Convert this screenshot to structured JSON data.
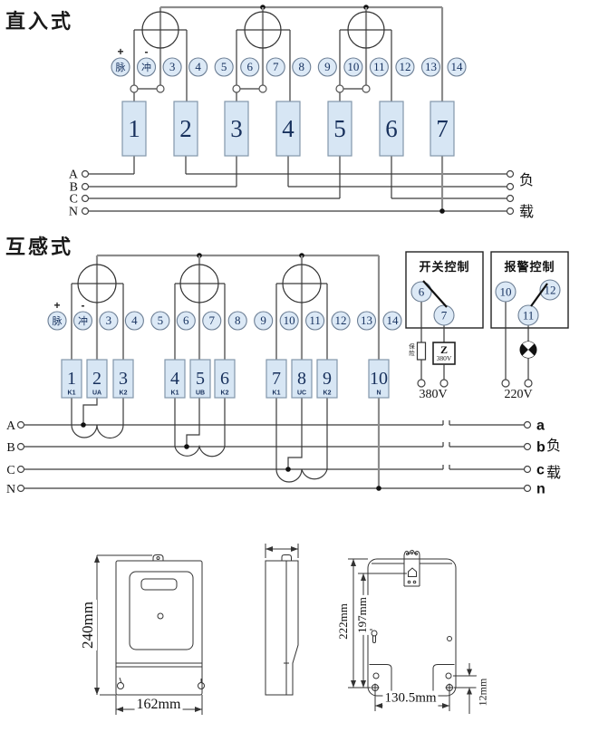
{
  "colors": {
    "terminal_fill": "#dce9f6",
    "box_fill": "#d7e6f4",
    "wire": "#3a3a3a",
    "wire_gray": "#8c8c8c",
    "label_navy": "#17305c"
  },
  "sections": {
    "direct": {
      "title": "直入式",
      "plus": "+",
      "minus": "-",
      "terminals": [
        "脉",
        "冲",
        "3",
        "4",
        "5",
        "6",
        "7",
        "8",
        "9",
        "10",
        "11",
        "12",
        "13",
        "14"
      ],
      "boxes": [
        "1",
        "2",
        "3",
        "4",
        "5",
        "6",
        "7"
      ],
      "bus_left": [
        "A",
        "B",
        "C",
        "N"
      ],
      "load_top": "负",
      "load_bottom": "载"
    },
    "ct": {
      "title": "互感式",
      "plus": "+",
      "minus": "-",
      "terminals": [
        "脉",
        "冲",
        "3",
        "4",
        "5",
        "6",
        "7",
        "8",
        "9",
        "10",
        "11",
        "12",
        "13",
        "14"
      ],
      "boxes": [
        {
          "num": "1",
          "sub": "K1"
        },
        {
          "num": "2",
          "sub": "UA"
        },
        {
          "num": "3",
          "sub": "K2"
        },
        {
          "num": "4",
          "sub": "K1"
        },
        {
          "num": "5",
          "sub": "UB"
        },
        {
          "num": "6",
          "sub": "K2"
        },
        {
          "num": "7",
          "sub": "K1"
        },
        {
          "num": "8",
          "sub": "UC"
        },
        {
          "num": "9",
          "sub": "K2"
        },
        {
          "num": "10",
          "sub": "N"
        }
      ],
      "bus_left": [
        "A",
        "B",
        "C",
        "N"
      ],
      "bus_right": [
        "a",
        "b",
        "c",
        "n"
      ],
      "load_top": "负",
      "load_bottom": "载",
      "switch_control": {
        "title": "开关控制",
        "terminals": [
          "6",
          "7"
        ],
        "fuse_label": "保险",
        "z_label": "Z",
        "z_voltage": "380V",
        "bottom_label": "380V"
      },
      "alarm_control": {
        "title": "报警控制",
        "terminals": [
          "10",
          "12",
          "11"
        ],
        "bottom_label": "220V"
      }
    },
    "drawings": {
      "front": {
        "height": "240mm",
        "width": "162mm"
      },
      "back": {
        "height_outer": "222mm",
        "height_inner": "197mm",
        "width": "130.5mm",
        "bottom_offset": "12mm"
      }
    }
  }
}
